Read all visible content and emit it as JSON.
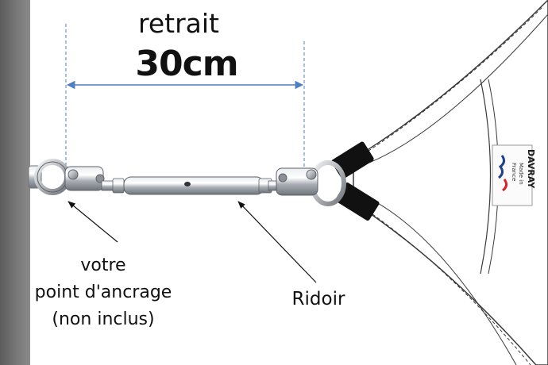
{
  "dimension": {
    "label": "retrait",
    "value": "30cm"
  },
  "callouts": {
    "anchor_lines": [
      "votre",
      "point d'ancrage",
      "(non inclus)"
    ],
    "turnbuckle": "Ridoir"
  },
  "sail_tag": {
    "brand": "DAVRAY",
    "origin_line1": "Made in",
    "origin_line2": "France"
  },
  "colors": {
    "wall": "#6e6e6e",
    "dimension_line": "#4f7fc2",
    "sail_edge": "#3a3a3a",
    "strap": "#111111",
    "steel": "#b9bdc2",
    "flag_blue": "#1f3f8f",
    "flag_red": "#d8232a"
  }
}
